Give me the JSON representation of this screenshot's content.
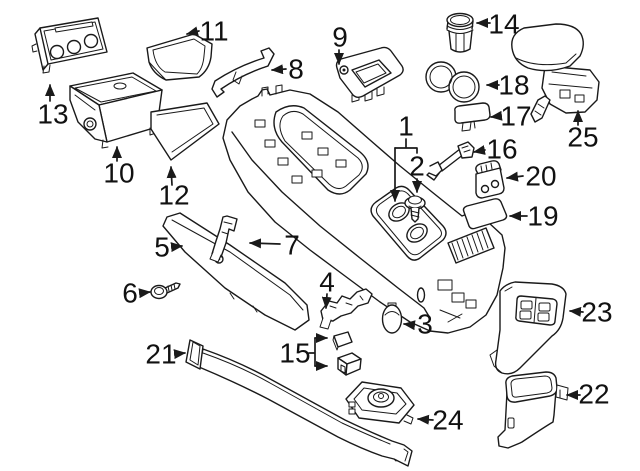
{
  "diagram": {
    "background_color": "#ffffff",
    "line_color": "#1a1a1a",
    "callouts": [
      {
        "number": "1"
      },
      {
        "number": "2"
      },
      {
        "number": "3"
      },
      {
        "number": "4"
      },
      {
        "number": "5"
      },
      {
        "number": "6"
      },
      {
        "number": "7"
      },
      {
        "number": "8"
      },
      {
        "number": "9"
      },
      {
        "number": "10"
      },
      {
        "number": "11"
      },
      {
        "number": "12"
      },
      {
        "number": "13"
      },
      {
        "number": "14"
      },
      {
        "number": "15"
      },
      {
        "number": "16"
      },
      {
        "number": "17"
      },
      {
        "number": "18"
      },
      {
        "number": "19"
      },
      {
        "number": "20"
      },
      {
        "number": "21"
      },
      {
        "number": "22"
      },
      {
        "number": "23"
      },
      {
        "number": "24"
      },
      {
        "number": "25"
      }
    ]
  }
}
